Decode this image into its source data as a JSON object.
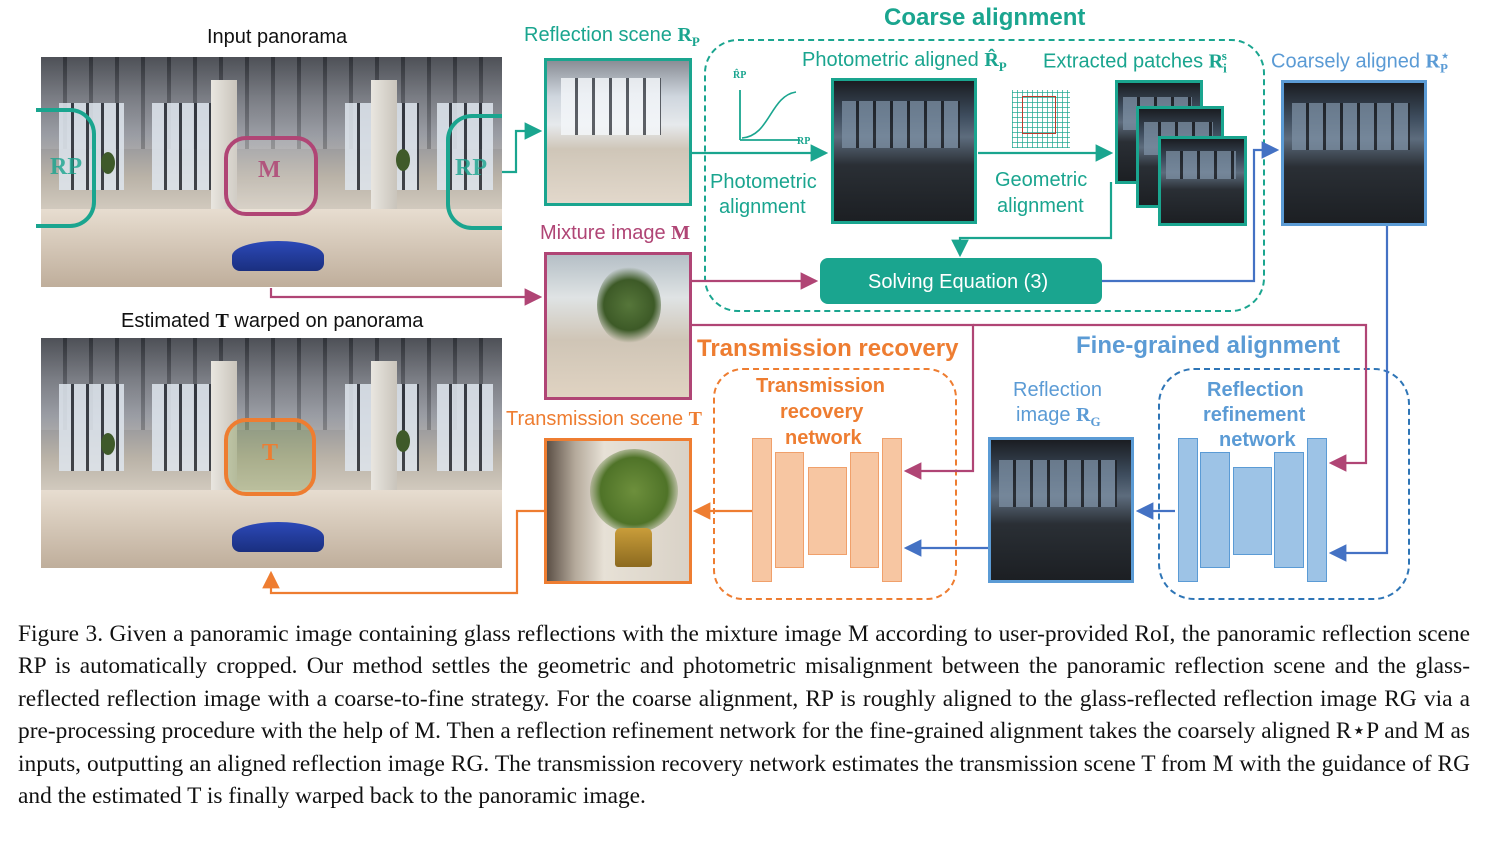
{
  "labels": {
    "input_panorama": "Input panorama",
    "estimated_prefix": "Estimated",
    "estimated_T": "T",
    "estimated_suffix": " warped on panorama",
    "reflection_scene": "Reflection scene",
    "reflection_scene_sym": "R",
    "reflection_scene_sub": "P",
    "mixture_image": "Mixture image",
    "mixture_image_sym": "M",
    "transmission_scene": "Transmission scene",
    "transmission_scene_sym": "T",
    "coarse_alignment": "Coarse alignment",
    "photometric_aligned": "Photometric aligned",
    "photometric_aligned_sym": "R̂",
    "photometric_aligned_sub": "P",
    "extracted_patches": "Extracted patches",
    "extracted_patches_sym": "R",
    "extracted_patches_sub": "i",
    "extracted_patches_sup": "s",
    "coarsely_aligned": "Coarsely aligned",
    "coarsely_aligned_sym": "R",
    "coarsely_aligned_sub": "P",
    "coarsely_aligned_sup": "⋆",
    "photometric_alignment_1": "Photometric",
    "photometric_alignment_2": "alignment",
    "geometric_alignment_1": "Geometric",
    "geometric_alignment_2": "alignment",
    "solving_equation": "Solving Equation (3)",
    "transmission_recovery": "Transmission recovery",
    "trn_1": "Transmission",
    "trn_2": "recovery",
    "trn_3": "network",
    "fine_grained_alignment": "Fine-grained alignment",
    "reflection_image_1": "Reflection",
    "reflection_image_2": "image",
    "reflection_image_sym": "R",
    "reflection_image_sub": "G",
    "rrn_1": "Reflection",
    "rrn_2": "refinement",
    "rrn_3": "network",
    "curve_y_axis": "R̂P",
    "curve_x_axis": "RP",
    "roi_rp_left": "RP",
    "roi_m": "M",
    "roi_rp_right": "RP",
    "roi_t": "T"
  },
  "caption": "Figure 3.  Given a panoramic image containing glass reflections with the mixture image M according to user-provided RoI, the panoramic reflection scene RP is automatically cropped. Our method settles the geometric and photometric misalignment between the panoramic reflection scene and the glass-reflected reflection image with a coarse-to-fine strategy. For the coarse alignment, RP is roughly aligned to the glass-reflected reflection image RG via a pre-processing procedure with the help of M. Then a reflection refinement network for the fine-grained alignment takes the coarsely aligned R⋆P and M as inputs, outputting an aligned reflection image RG. The transmission recovery network estimates the transmission scene T from M with the guidance of RG and the estimated T is finally warped back to the panoramic image.",
  "colors": {
    "teal": "#1aa58f",
    "pink": "#b04575",
    "orange": "#ee7d31",
    "blue": "#5b9bd5",
    "dark_blue": "#4472c4"
  }
}
